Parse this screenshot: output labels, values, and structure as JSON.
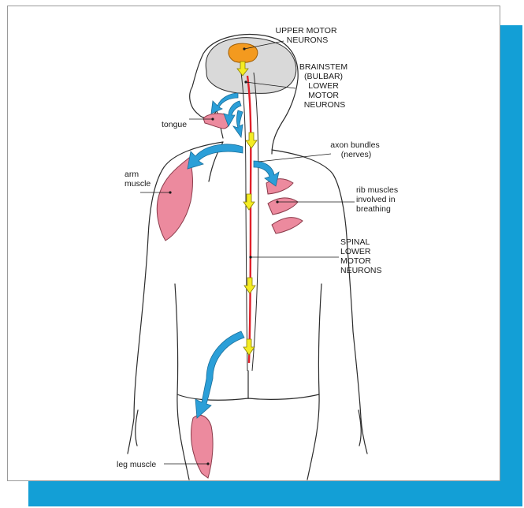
{
  "colors": {
    "panel_blue": "#139fd6",
    "body_outline": "#2b2b2b",
    "brain_fill": "#d9d9d9",
    "upper_motor_fill": "#f39a1f",
    "muscle_fill": "#ec8a9e",
    "spinal_red": "#e0202a",
    "arrow_yellow": "#f4ec23",
    "arrow_blue": "#2b9fd8"
  },
  "labels": {
    "upper_motor": [
      "UPPER MOTOR",
      "NEURONS"
    ],
    "brainstem": [
      "BRAINSTEM",
      "(BULBAR)",
      "LOWER",
      "MOTOR",
      "NEURONS"
    ],
    "tongue": "tongue",
    "axon_bundles": [
      "axon bundles",
      "(nerves)"
    ],
    "arm_muscle": [
      "arm",
      "muscle"
    ],
    "rib_muscles": [
      "rib muscles",
      "involved in",
      "breathing"
    ],
    "spinal": [
      "SPINAL",
      "LOWER",
      "MOTOR",
      "NEURONS"
    ],
    "leg_muscle": "leg muscle"
  }
}
